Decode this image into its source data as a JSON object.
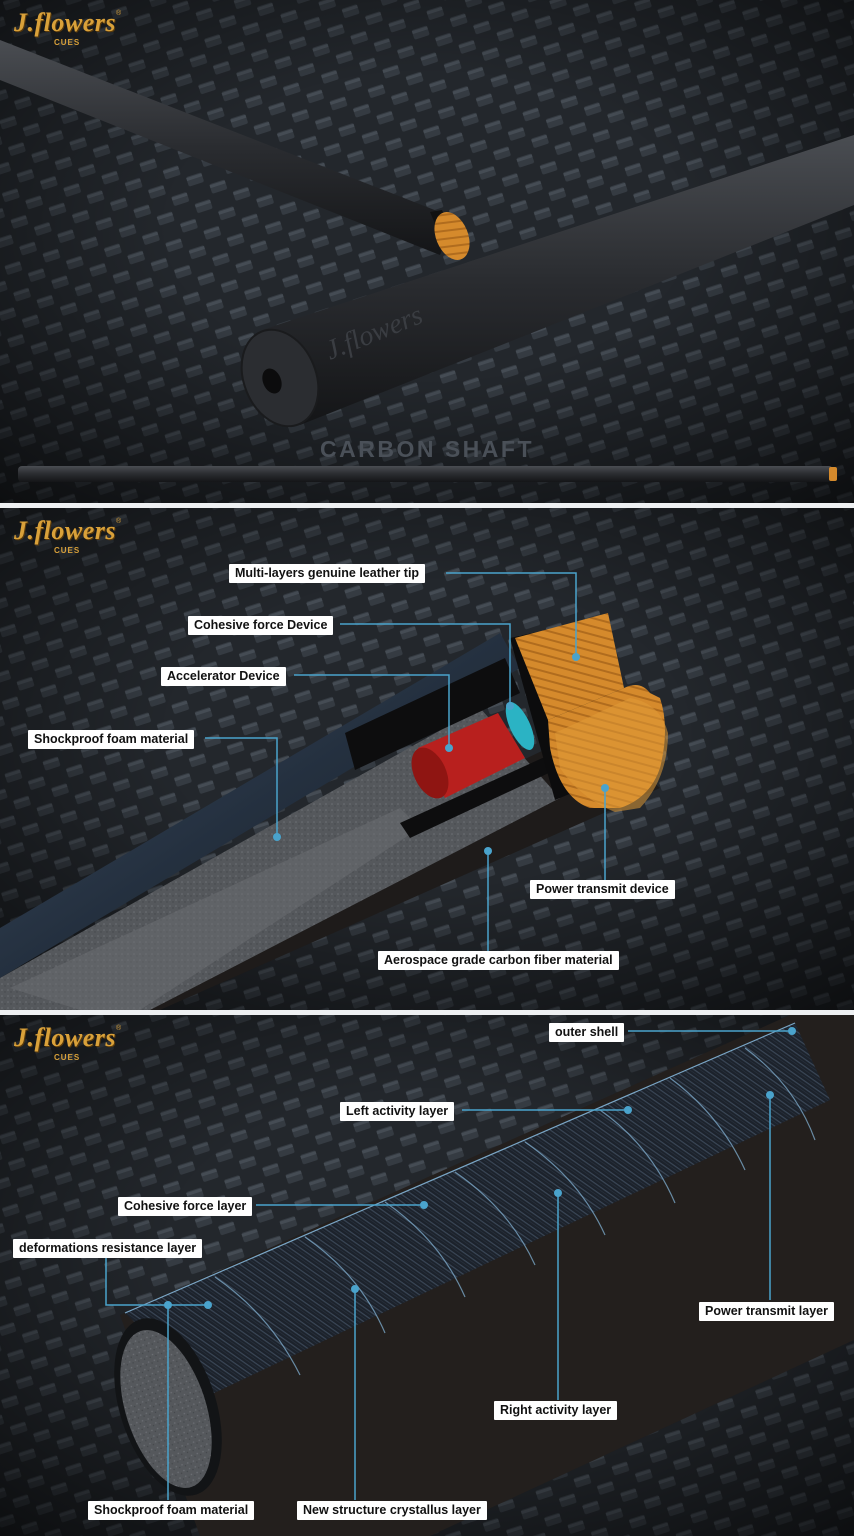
{
  "brand": {
    "name": "J.flowers",
    "sub": "CUES",
    "mark": "®"
  },
  "panel1": {
    "title": "CARBON SHAFT"
  },
  "panel2": {
    "labels": [
      "Multi-layers genuine leather tip",
      "Cohesive force Device",
      "Accelerator Device",
      "Shockproof foam material",
      "Power transmit device",
      "Aerospace grade carbon fiber material"
    ]
  },
  "panel3": {
    "labels": [
      "outer shell",
      "Left activity layer",
      "Cohesive force layer",
      "deformations resistance layer",
      "Power transmit layer",
      "Right activity layer",
      "Shockproof foam material",
      "New structure crystallus layer"
    ]
  },
  "colors": {
    "accent_gold": "#d9a13a",
    "leader_line": "#4aa3cc",
    "label_bg": "#ffffff",
    "tip_orange": "#d58a2c",
    "core_red": "#b8201e"
  }
}
